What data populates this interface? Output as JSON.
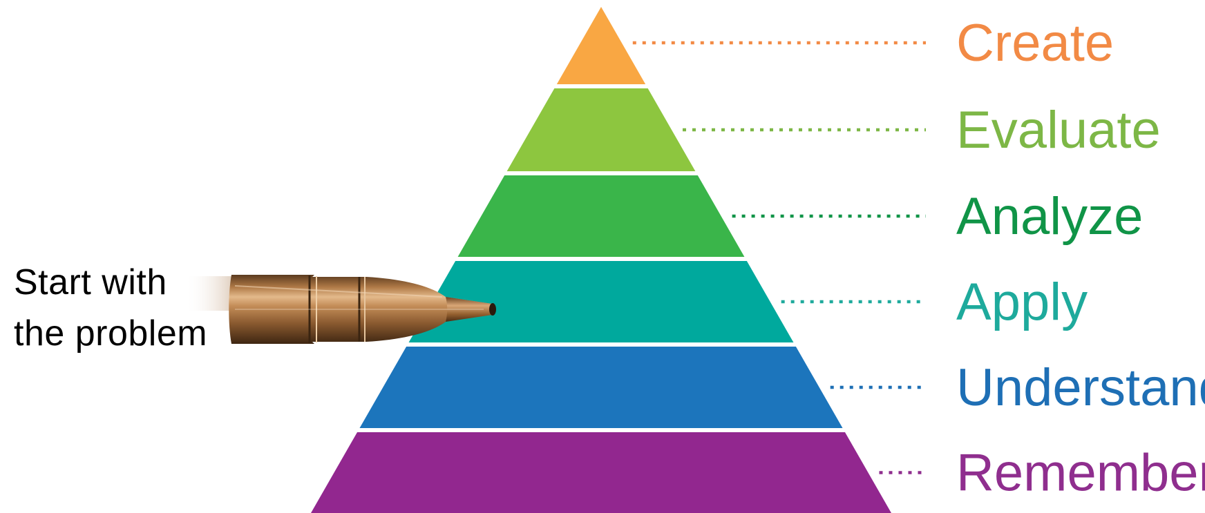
{
  "pyramid": {
    "levels": [
      {
        "label": "Create",
        "color": "#F9A743",
        "text_color": "#F28A45"
      },
      {
        "label": "Evaluate",
        "color": "#8DC63F",
        "text_color": "#7DB746"
      },
      {
        "label": "Analyze",
        "color": "#3AB54A",
        "text_color": "#109447"
      },
      {
        "label": "Apply",
        "color": "#00A99D",
        "text_color": "#1EAA9C"
      },
      {
        "label": "Understand",
        "color": "#1C75BC",
        "text_color": "#1E6FB5"
      },
      {
        "label": "Remember",
        "color": "#92278F",
        "text_color": "#8F2E8E"
      }
    ]
  },
  "pointer": {
    "icon": "bullet-icon",
    "target_level": "Apply",
    "caption_lines": [
      "Start with",
      "the problem"
    ]
  }
}
